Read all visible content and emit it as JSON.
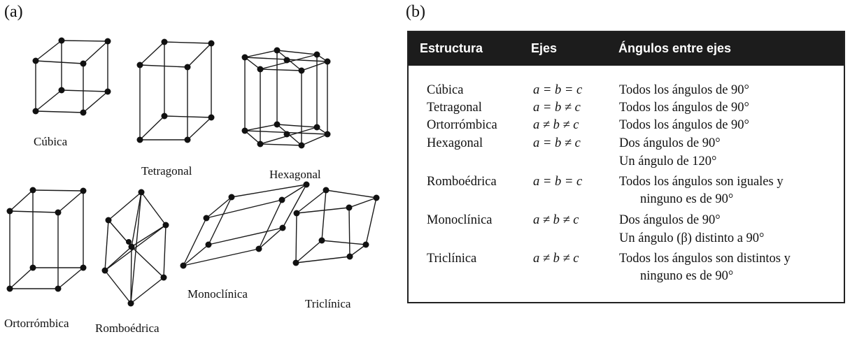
{
  "panels": {
    "a_label": "(a)",
    "b_label": "(b)"
  },
  "shapes": [
    {
      "name": "cubica",
      "label": "Cúbica"
    },
    {
      "name": "tetragonal",
      "label": "Tetragonal"
    },
    {
      "name": "hexagonal",
      "label": "Hexagonal"
    },
    {
      "name": "ortorrombica",
      "label": "Ortorrómbica"
    },
    {
      "name": "romboedrica",
      "label": "Romboédrica"
    },
    {
      "name": "monoclinica",
      "label": "Monoclínica"
    },
    {
      "name": "triclinica",
      "label": "Triclínica"
    }
  ],
  "table": {
    "headers": {
      "structure": "Estructura",
      "axes": "Ejes",
      "angles": "Ángulos entre ejes"
    },
    "rows": [
      {
        "structure": "Cúbica",
        "axes": "a = b = c",
        "angles": [
          "Todos los ángulos de 90°"
        ]
      },
      {
        "structure": "Tetragonal",
        "axes": "a = b ≠ c",
        "angles": [
          "Todos los ángulos de 90°"
        ]
      },
      {
        "structure": "Ortorrómbica",
        "axes": "a ≠ b ≠ c",
        "angles": [
          "Todos los ángulos de 90°"
        ]
      },
      {
        "structure": "Hexagonal",
        "axes": "a = b ≠ c",
        "angles": [
          "Dos ángulos de 90°",
          "Un ángulo de 120°"
        ]
      },
      {
        "structure": "Romboédrica",
        "axes": "a = b = c",
        "angles": [
          "Todos los ángulos son iguales y",
          "ninguno es de 90°"
        ]
      },
      {
        "structure": "Monoclínica",
        "axes": "a ≠ b ≠ c",
        "angles": [
          "Dos ángulos de 90°",
          "Un ángulo (β) distinto a 90°"
        ]
      },
      {
        "structure": "Triclínica",
        "axes": "a ≠ b ≠ c",
        "angles": [
          "Todos los ángulos son distintos y",
          "ninguno es de 90°"
        ]
      }
    ]
  }
}
